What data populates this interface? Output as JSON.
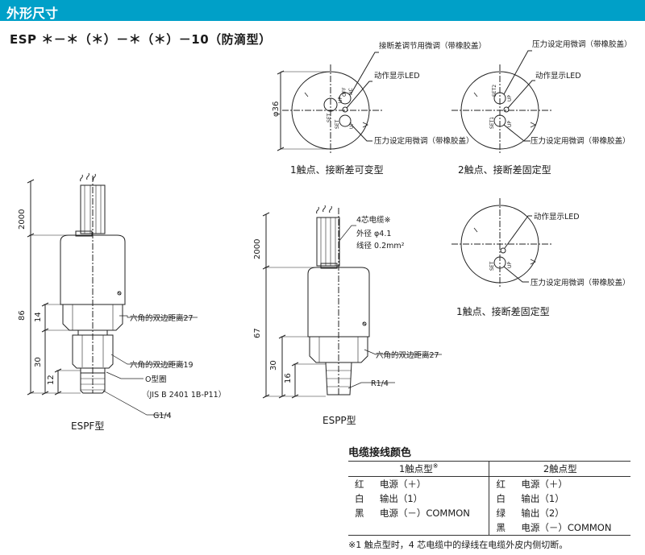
{
  "header": {
    "title": "外形尺寸"
  },
  "model_code": "ESP ＊－＊（＊）－＊（＊）－10（防滴型）",
  "labels": {
    "top1_micro_diff": "接断差调节用微调（带橡胶盖）",
    "top1_led": "动作显示LED",
    "top1_micro_press": "压力设定用微调（带橡胶盖）",
    "top1_dia": "φ36",
    "top1_caption": "1触点、接断差可变型",
    "top2_micro_press_top": "压力设定用微调（带橡胶盖）",
    "top2_led": "动作显示LED",
    "top2_micro_press_bottom": "压力设定用微调（带橡胶盖）",
    "top2_caption": "2触点、接断差固定型",
    "top3_led": "动作显示LED",
    "top3_micro_press": "压力设定用微调（带橡胶盖）",
    "top3_caption": "1触点、接断差固定型",
    "espf_hex27": "六角的双边距离27",
    "espf_hex19": "六角的双边距离19",
    "espf_oring": "O型圈",
    "espf_jis": "（JIS B 2401 1B-P11）",
    "espf_g14": "G1/4",
    "espf_caption": "ESPF型",
    "espp_cable": "4芯电缆※",
    "espp_od": "外径 φ4.1",
    "espp_wire": "线径 0.2mm²",
    "espp_hex27": "六角的双边距离27",
    "espp_r14": "R1/4",
    "espp_caption": "ESPP型",
    "espf_dim_2000": "2000",
    "espf_dim_86": "86",
    "espf_dim_14": "14",
    "espf_dim_30": "30",
    "espf_dim_12": "12",
    "espp_dim_2000": "2000",
    "espp_dim_67": "67",
    "espp_dim_30": "30",
    "espp_dim_16": "16",
    "top1_marks": [
      "OFF",
      "NC",
      "SET",
      "UP",
      "SET",
      "UP"
    ],
    "top2_marks": [
      "SET2",
      "UP",
      "SET1",
      "UP"
    ],
    "top3_marks": [
      "SET",
      "UP"
    ]
  },
  "cable_table": {
    "title": "电缆接线颜色",
    "col1": "1触点型",
    "col1_mark": "※",
    "col2": "2触点型",
    "rows": [
      [
        "红",
        "电源（＋）",
        "红",
        "电源（＋）"
      ],
      [
        "白",
        "输出（1）",
        "白",
        "输出（1）"
      ],
      [
        "黑",
        "电源（－）COMMON",
        "绿",
        "输出（2）"
      ],
      [
        "",
        "",
        "黑",
        "电源（－）COMMON"
      ]
    ]
  },
  "footnote": "※1 触点型时，4 芯电缆中的绿线在电缆外皮内侧切断。"
}
